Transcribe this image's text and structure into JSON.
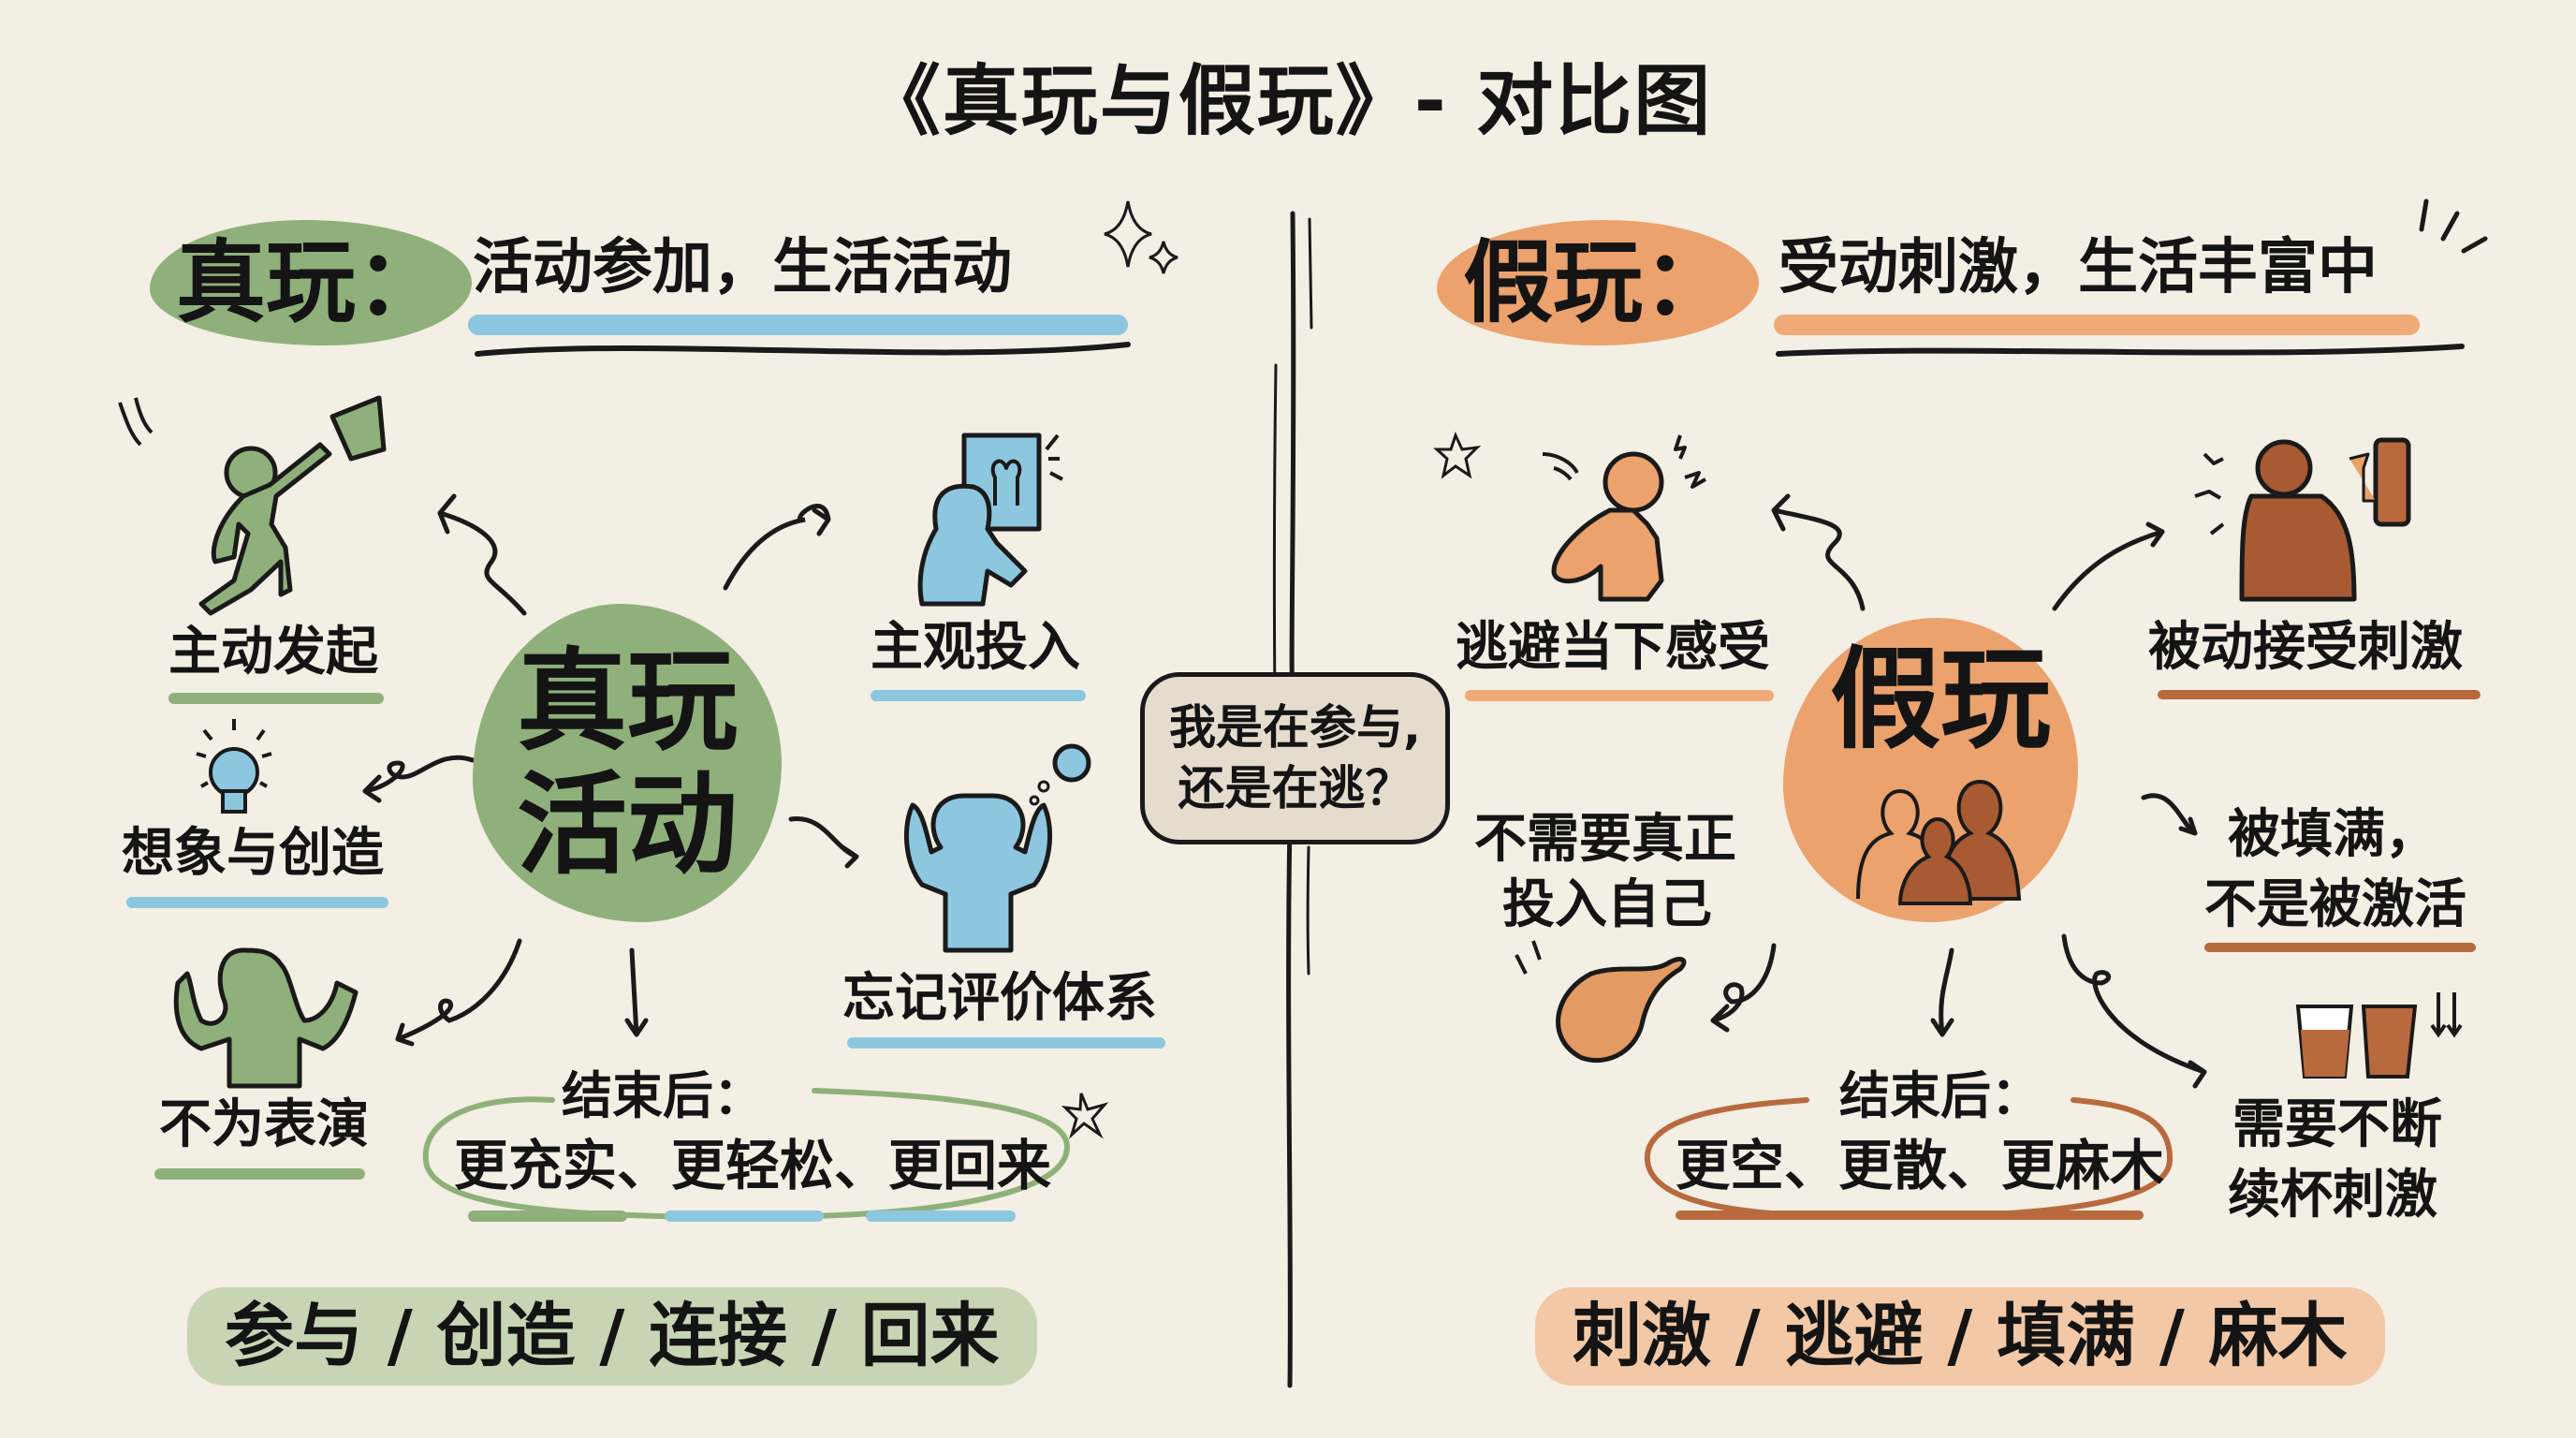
{
  "title": "《真玩与假玩》- 对比图",
  "center_question": {
    "line1": "我是在参与,",
    "line2": "还是在逃？"
  },
  "real_play": {
    "label": "真玩：",
    "subtitle": "活动参加，生活活动",
    "center": {
      "line1": "真玩",
      "line2": "活动"
    },
    "nodes": [
      {
        "label": "主动发起",
        "icon": "kite-runner-figure-icon",
        "underline": "green"
      },
      {
        "label": "想象与创造",
        "icon": "lightbulb-icon",
        "underline": "blue"
      },
      {
        "label": "不为表演",
        "icon": "shrugging-figure-icon",
        "underline": "green"
      },
      {
        "label": "主观投入",
        "icon": "person-painting-icon",
        "underline": "blue"
      },
      {
        "label": "忘记评价体系",
        "icon": "arms-raised-figure-icon",
        "underline": "blue"
      }
    ],
    "after": {
      "title": "结束后：",
      "body": "更充实、更轻松、更回来"
    },
    "footer": "参与 / 创造 / 连接 / 回来",
    "colors": {
      "primary": "#8fb07a",
      "accent": "#8dc7df",
      "footer_bg": "#c7d5b4"
    }
  },
  "fake_play": {
    "label": "假玩：",
    "subtitle": "受动刺激，生活丰富中",
    "center": {
      "line1": "假玩"
    },
    "nodes": [
      {
        "label": "逃避当下感受",
        "icon": "covering-face-figure-icon",
        "underline": "orange"
      },
      {
        "label": "被动接受刺激",
        "icon": "person-watching-screen-icon",
        "underline": "brown"
      },
      {
        "label": "被填满，",
        "label2": "不是被激活",
        "icon": "arrow-icon",
        "underline": "brown"
      },
      {
        "label": "不需要真正",
        "label2": "投入自己",
        "icon": "deflated-balloon-icon",
        "underline": "none"
      },
      {
        "label": "需要不断",
        "label2": "续杯刺激",
        "icon": "drink-cups-icon",
        "underline": "none"
      }
    ],
    "after": {
      "title": "结束后：",
      "body": "更空、更散、更麻木"
    },
    "footer": "刺激 / 逃避 / 填满 / 麻木",
    "colors": {
      "primary": "#eba26d",
      "accent": "#b86a3e",
      "footer_bg": "#f2c8a6"
    }
  }
}
